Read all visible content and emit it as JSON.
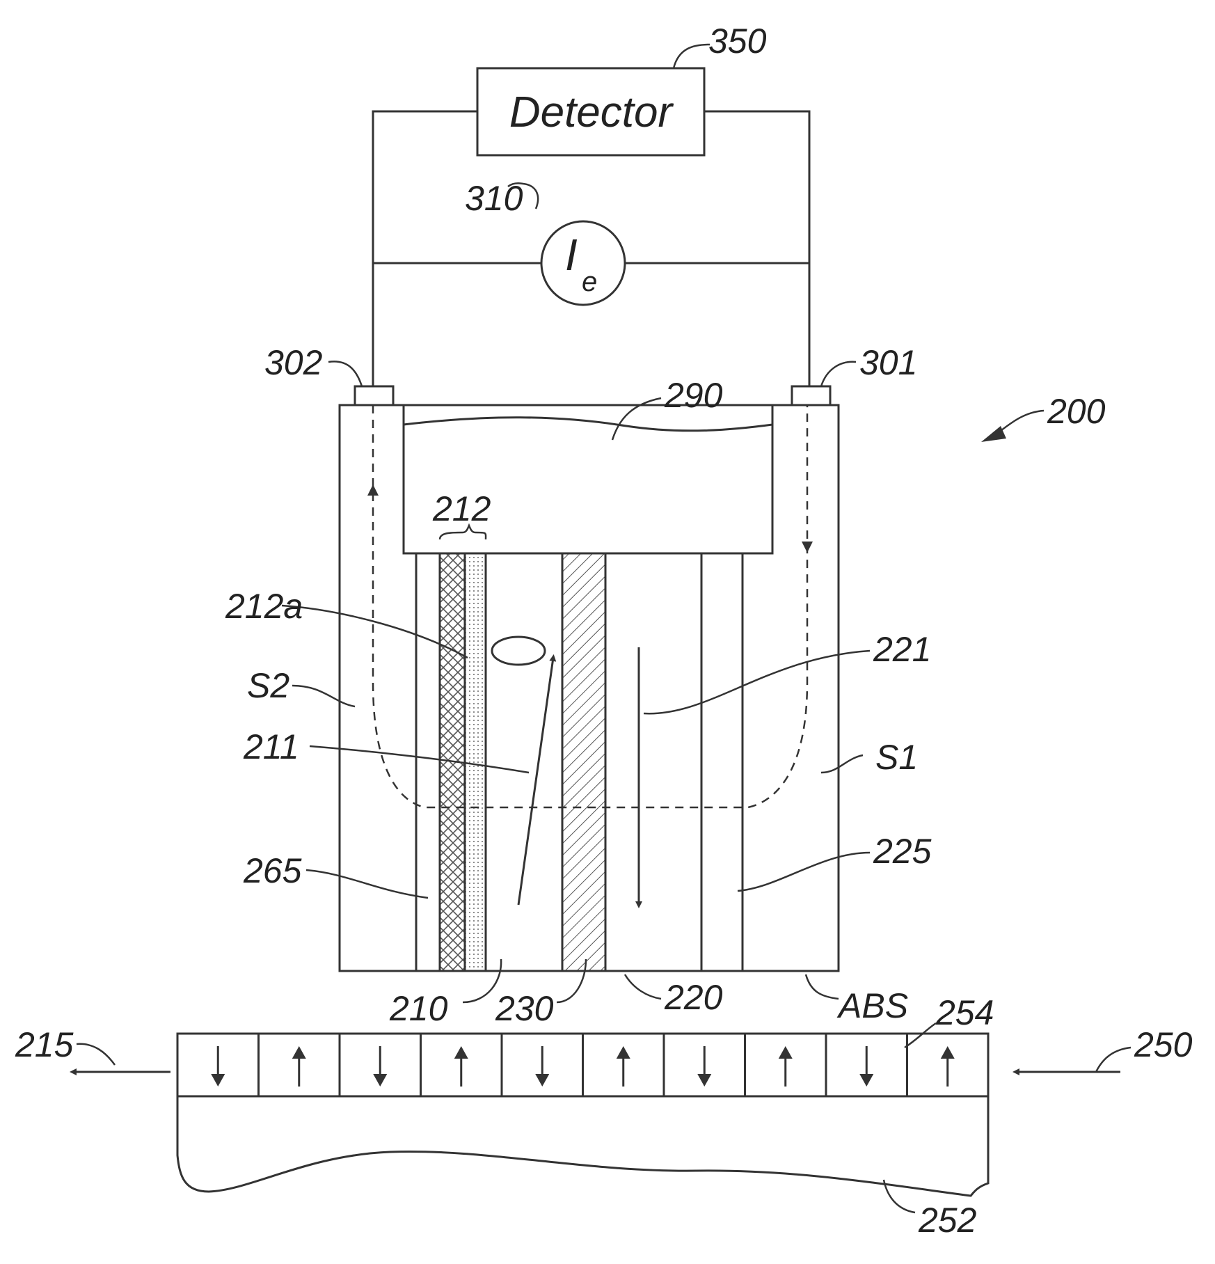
{
  "detector": {
    "label": "Detector",
    "ref": "350"
  },
  "current_source": {
    "symbol": "I",
    "subscript": "e",
    "ref": "310"
  },
  "terminals": {
    "left": "302",
    "right": "301"
  },
  "labels": {
    "sensor": "200",
    "gap_layer": "290",
    "bracket": "212",
    "layer_212a": "212a",
    "shield_left": "S2",
    "shield_right": "S1",
    "magnetization_211": "211",
    "magnetization_221": "221",
    "layer_265": "265",
    "layer_225": "225",
    "free_layer_210": "210",
    "spacer_230": "230",
    "layer_220": "220",
    "abs": "ABS",
    "bit_254": "254",
    "motion_215": "215",
    "media_250": "250",
    "substrate_252": "252"
  },
  "media_bits": [
    "down",
    "up",
    "down",
    "up",
    "down",
    "up",
    "down",
    "up",
    "down",
    "up"
  ]
}
